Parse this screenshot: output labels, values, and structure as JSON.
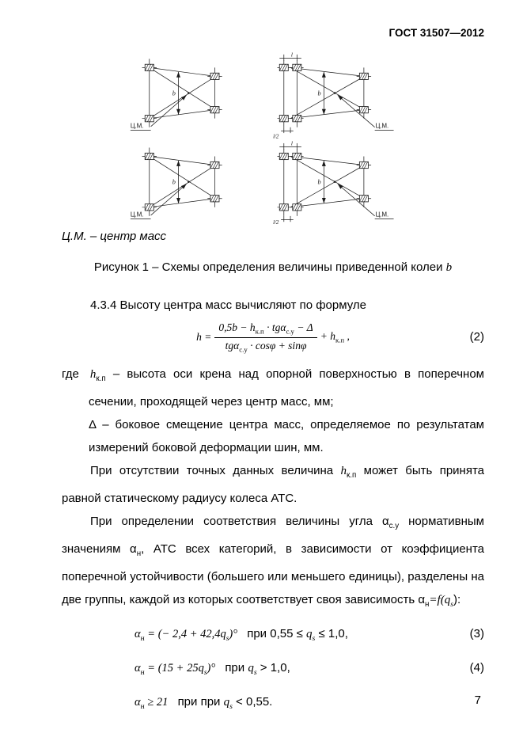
{
  "header": {
    "doc_number": "ГОСТ 31507—2012"
  },
  "figure": {
    "cm_label": "Ц.М.",
    "dim_b": "b",
    "dim_l": "l",
    "dim_l_half": "l/2",
    "legend": "Ц.М. – центр масс",
    "caption_prefix": "Рисунок 1 – Схемы определения величины приведенной колеи ",
    "caption_var": "b"
  },
  "body": {
    "p_434": "4.3.4 Высоту центра масс вычисляют по формуле",
    "where": {
      "gde": "где",
      "i1_sym": "h",
      "i1_sub": "к.п",
      "i1_text": " – высота оси крена над опорной поверхностью в поперечном сечении, проходящей через центр масс, мм;",
      "i2_sym": "Δ",
      "i2_text": " – боковое смещение центра масс, определяемое по результатам измерений боковой деформации шин, мм."
    },
    "p_hkp_a": "При отсутствии точных данных величина ",
    "p_hkp_sym": "h",
    "p_hkp_sub": "к.п",
    "p_hkp_b": " может быть принята равной статическому радиусу колеса АТС.",
    "p_alpha_a": "При определении соответствия величины угла α",
    "p_alpha_sub1": "с.у",
    "p_alpha_b": " нормативным значениям α",
    "p_alpha_sub2": "н",
    "p_alpha_c": ", АТС всех категорий, в зависимости от коэффициента поперечной устойчивости (большего или меньшего единицы), разделены на две группы, каждой из которых соответствует своя зависимость α",
    "p_alpha_sub3": "н",
    "p_alpha_d": "=f(q",
    "p_alpha_sub4": "s",
    "p_alpha_e": "):"
  },
  "formulas": {
    "f2": {
      "lhs": "h",
      "eq": " = ",
      "num1": "0,5b − h",
      "num1sub": "к.п",
      "num2": " · tgα",
      "num2sub": "с.у",
      "num3": " − Δ",
      "den1": "tgα",
      "den1sub": "с.у",
      "den2": " · cosφ + sinφ",
      "tail1": "+ h",
      "tail1sub": "к.п",
      "tail2": " ,",
      "number": "(2)"
    },
    "f3": {
      "lhs": "α",
      "lhssub": "н",
      "body": " = (− 2,4 + 42,4",
      "q": "q",
      "qsub": "s",
      "close": ")°",
      "cond_a": "при 0,55 ≤ ",
      "cond_q": "q",
      "cond_qsub": "s",
      "cond_b": " ≤ 1,0,",
      "number": "(3)"
    },
    "f4": {
      "lhs": "α",
      "lhssub": "н",
      "body": " = (15 + 25",
      "q": "q",
      "qsub": "s",
      "close": ")°",
      "cond_a": "при ",
      "cond_q": "q",
      "cond_qsub": "s",
      "cond_b": " > 1,0,",
      "number": "(4)"
    },
    "f5": {
      "lhs": "α",
      "lhssub": "н",
      "body": " ≥ 21",
      "cond_a": "при при ",
      "cond_q": "q",
      "cond_qsub": "s",
      "cond_b": " < 0,55."
    }
  },
  "footer": {
    "page_number": "7"
  }
}
